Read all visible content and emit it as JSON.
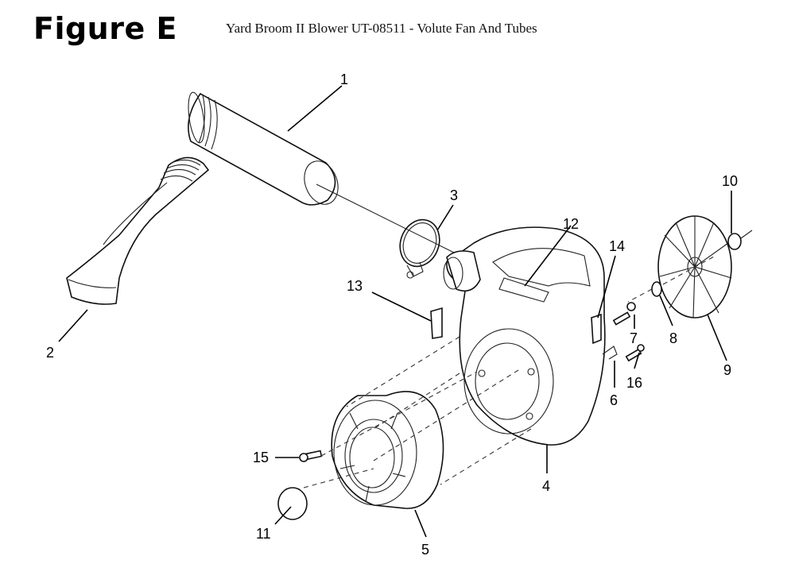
{
  "figure_label": "Figure E",
  "figure_title": "Yard Broom II Blower UT-08511 - Volute Fan And Tubes",
  "callouts": {
    "c1": "1",
    "c2": "2",
    "c3": "3",
    "c4": "4",
    "c5": "5",
    "c6": "6",
    "c7": "7",
    "c8": "8",
    "c9": "9",
    "c10": "10",
    "c11": "11",
    "c12": "12",
    "c13": "13",
    "c14": "14",
    "c15": "15",
    "c16": "16"
  },
  "colors": {
    "line": "#111111",
    "background": "#ffffff"
  }
}
